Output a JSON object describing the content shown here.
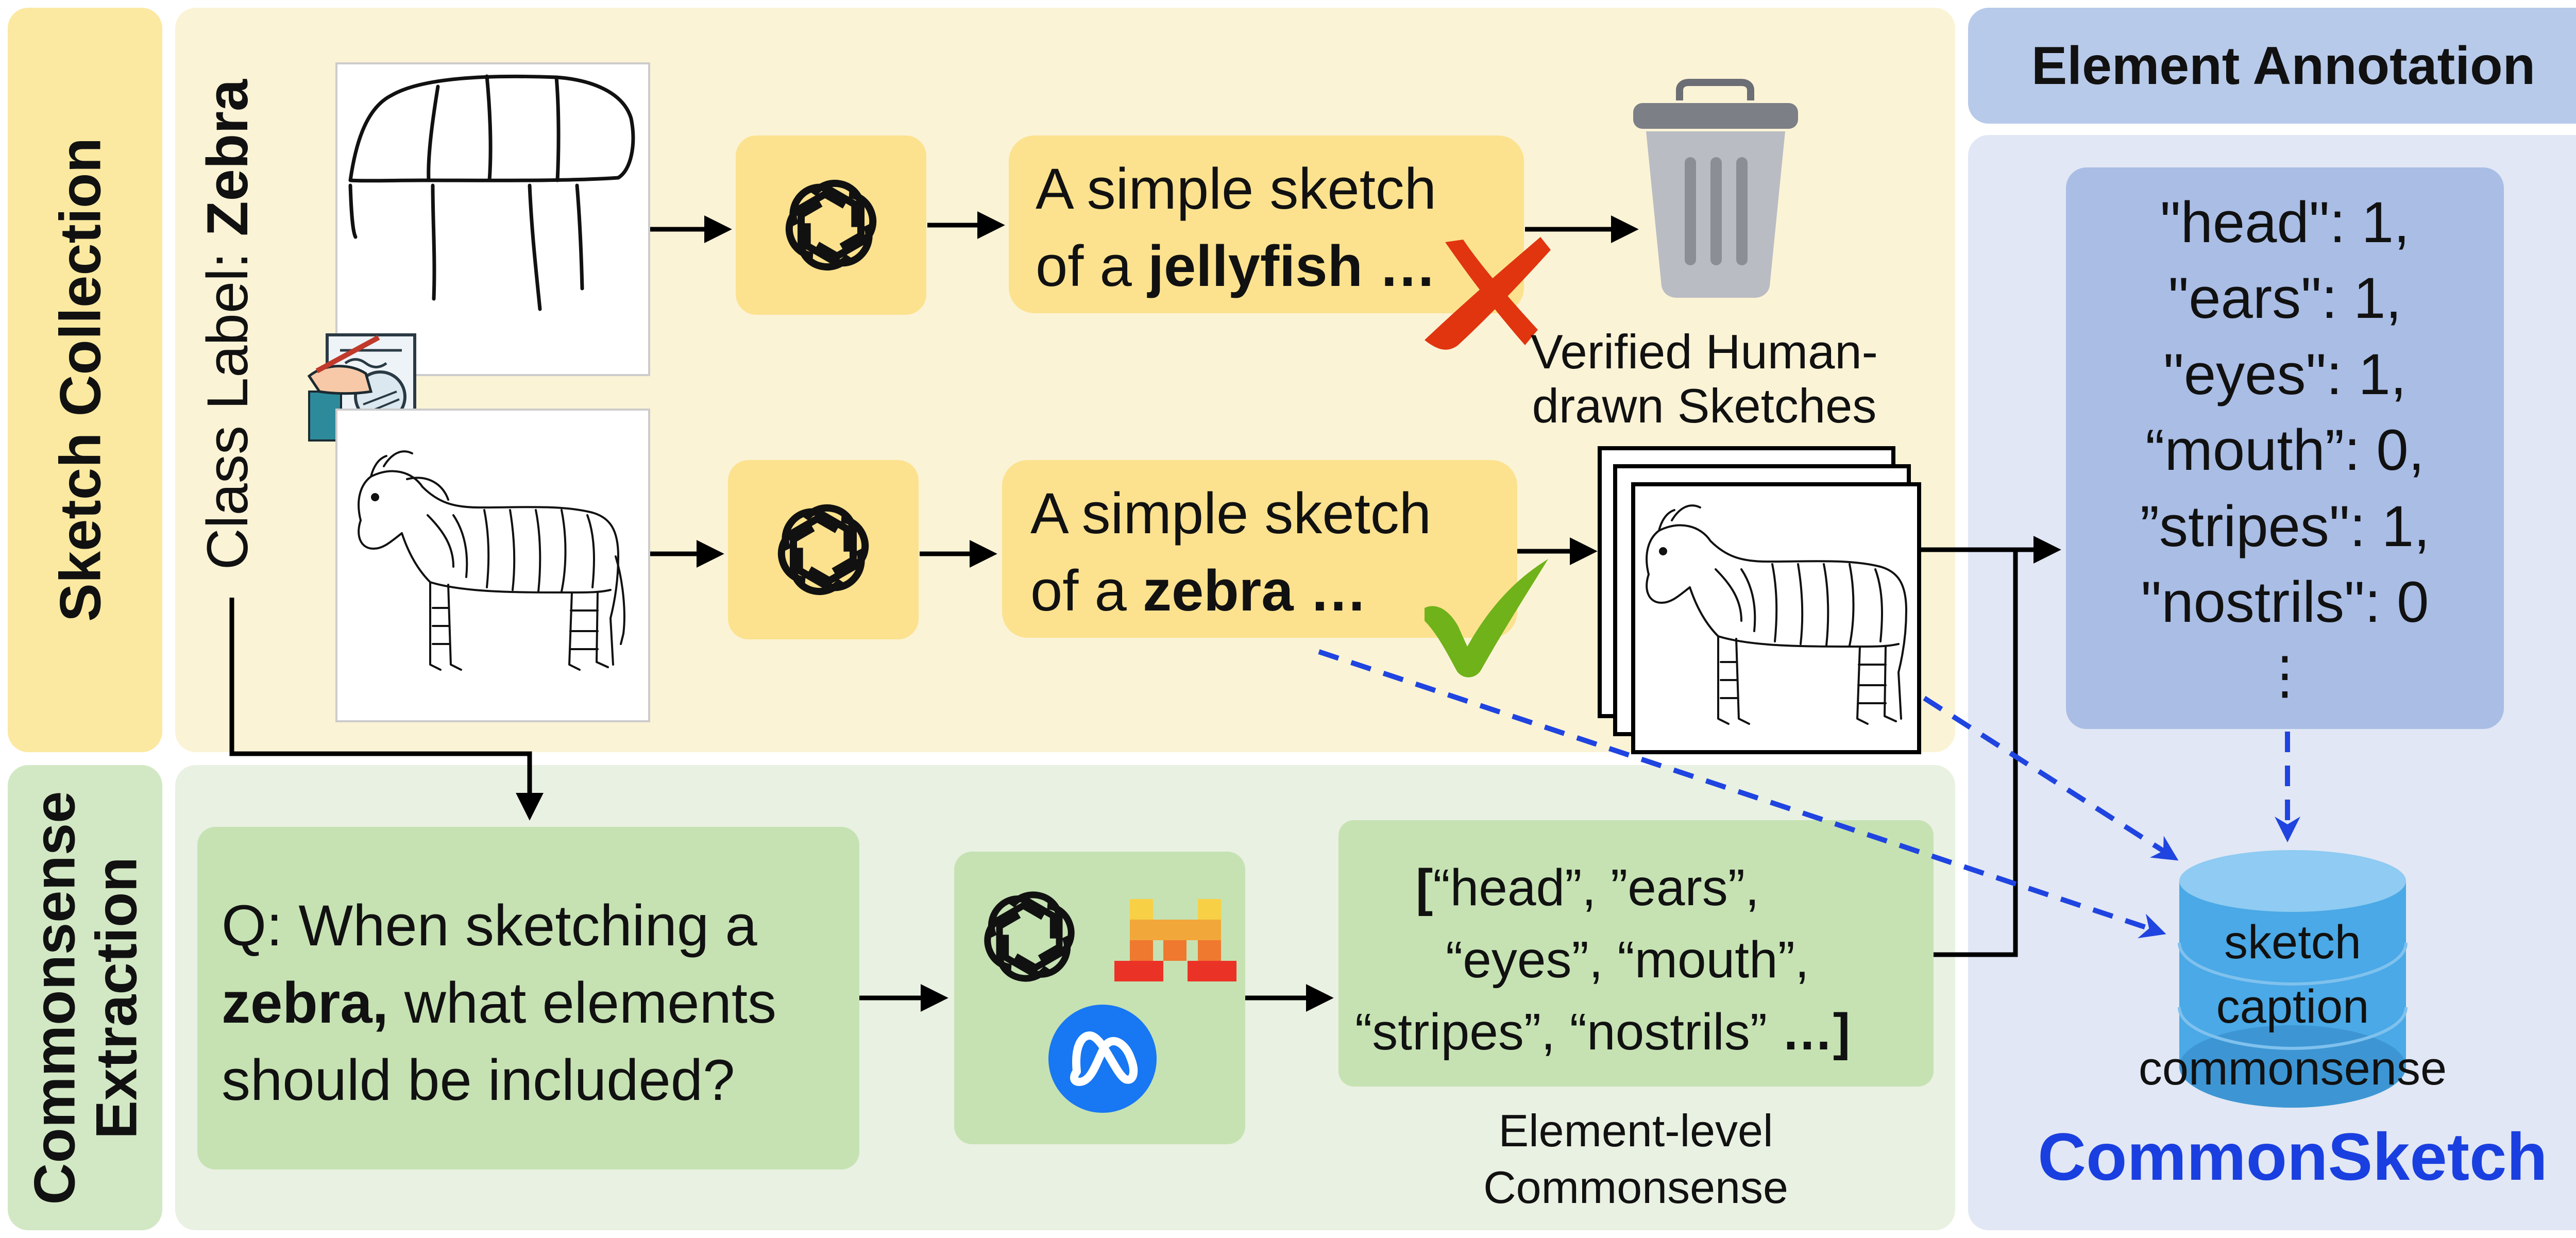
{
  "sections": {
    "sketch_collection": "Sketch Collection",
    "commonsense_extraction_line1": "Commonsense",
    "commonsense_extraction_line2": "Extraction",
    "element_annotation": "Element Annotation"
  },
  "class_label": {
    "prefix": "Class Label: ",
    "value": "Zebra"
  },
  "prompt_rejected": {
    "line1": "A simple sketch",
    "line2_prefix": "of a ",
    "line2_bold": "jellyfish …"
  },
  "prompt_accepted": {
    "line1": "A simple sketch",
    "line2_prefix": "of a ",
    "line2_bold": "zebra …"
  },
  "verified_label": {
    "line1": "Verified Human-",
    "line2": "drawn Sketches"
  },
  "question": {
    "line1": "Q: When sketching a",
    "line2_bold": "zebra,",
    "line2_rest": " what elements",
    "line3": "should be included?"
  },
  "element_list": {
    "bracket_open": "[",
    "line1": "“head”, ”ears”,",
    "line2": "“eyes”, “mouth”,",
    "line3": "“stripes”, “nostrils” ",
    "ellipsis_close": "…]"
  },
  "element_level_label": {
    "line1": "Element-level",
    "line2": "Commonsense"
  },
  "annotation": {
    "lines": [
      "\"head\": 1,",
      "\"ears\": 1,",
      "\"eyes\": 1,",
      "“mouth”: 0,",
      "”stripes\": 1,",
      "\"nostrils\": 0"
    ],
    "more": "⋮"
  },
  "database": {
    "line1": "sketch",
    "line2": "caption",
    "line3": "commonsense"
  },
  "title": "CommonSketch",
  "colors": {
    "yellow_label": "#fbe9a1",
    "yellow_panel": "#fbf3d6",
    "yellow_box": "#fce28e",
    "green_label": "#d2e8c4",
    "green_panel": "#e9f1e2",
    "green_box": "#c6e2b3",
    "blue_header": "#b8caea",
    "blue_panel": "#e1e7f4",
    "blue_box": "#a9bde5",
    "db_blue": "#4aa9e6",
    "title_blue": "#1a3fe0",
    "arrow_dashed": "#1f44e0",
    "cross_red": "#e0350f",
    "check_green": "#6fb21a"
  },
  "icons": [
    "openai-logo-icon",
    "mistral-logo-icon",
    "meta-logo-icon",
    "trash-can-icon",
    "drawing-hand-icon",
    "x-mark-icon",
    "check-mark-icon",
    "database-icon"
  ]
}
